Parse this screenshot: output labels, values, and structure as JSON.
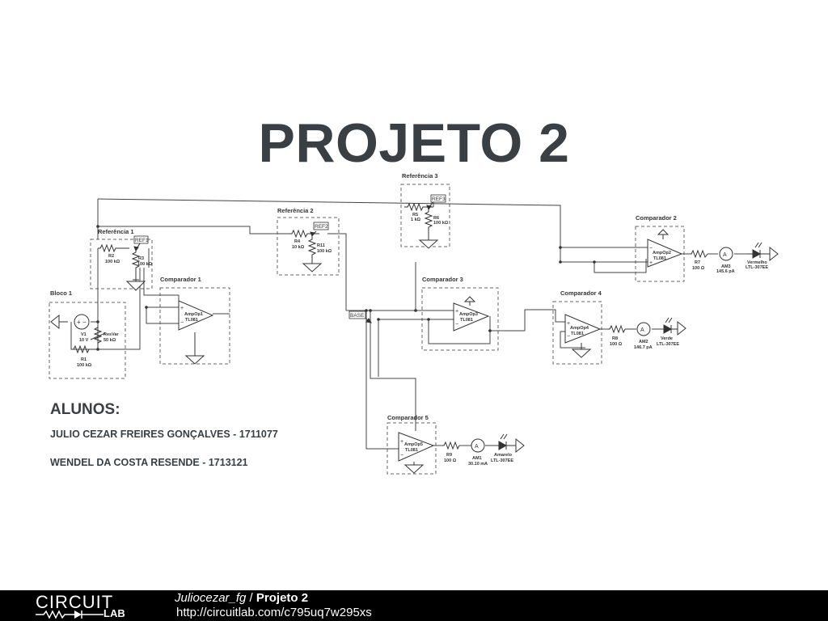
{
  "title": "PROJETO 2",
  "blocks": {
    "bloco1": "Bloco 1",
    "ref1": "Referência 1",
    "ref2": "Referência 2",
    "ref3": "Referência 3",
    "comp1": "Comparador 1",
    "comp2": "Comparador 2",
    "comp3": "Comparador 3",
    "comp4": "Comparador 4",
    "comp5": "Comparador 5"
  },
  "nets": {
    "ref1": "REF1",
    "ref2": "REF2",
    "ref3": "REF3",
    "base": "BASE"
  },
  "components": {
    "v1": {
      "name": "V1",
      "value": "10 V"
    },
    "r1": {
      "name": "R1",
      "value": "100 kΩ"
    },
    "resvar": {
      "name": "ResVar",
      "value": "50 kΩ"
    },
    "r2": {
      "name": "R2",
      "value": "100 kΩ"
    },
    "r3": {
      "name": "R3",
      "value": "100 kΩ"
    },
    "r4": {
      "name": "R4",
      "value": "10 kΩ"
    },
    "r11": {
      "name": "R11",
      "value": "100 kΩ"
    },
    "r5": {
      "name": "R5",
      "value": "1 kΩ"
    },
    "r6": {
      "name": "R6",
      "value": "100 kΩ"
    },
    "ampop1": {
      "name": "AmpOp1",
      "type": "TL081"
    },
    "ampop2": {
      "name": "AmpOp2",
      "type": "TL081"
    },
    "ampop3": {
      "name": "AmpOp3",
      "type": "TL081"
    },
    "ampop4": {
      "name": "AmpOp4",
      "type": "TL081"
    },
    "ampop5": {
      "name": "AmpOp5",
      "type": "TL081"
    },
    "r7": {
      "name": "R7",
      "value": "100 Ω"
    },
    "r8": {
      "name": "R8",
      "value": "100 Ω"
    },
    "r9": {
      "name": "R9",
      "value": "100 Ω"
    },
    "am1": {
      "name": "AM1",
      "value": "30.10 mA"
    },
    "am2": {
      "name": "AM2",
      "value": "146.7 pA"
    },
    "am3": {
      "name": "AM3",
      "value": "145.6 pA"
    },
    "led_red": {
      "name": "Vermelho",
      "part": "LTL-307EE"
    },
    "led_green": {
      "name": "Verde",
      "part": "LTL-307EE"
    },
    "led_yellow": {
      "name": "Amarelo",
      "part": "LTL-307EE"
    }
  },
  "alunos": {
    "heading": "ALUNOS:",
    "student1": "JULIO CEZAR FREIRES GONÇALVES - 1711077",
    "student2": "WENDEL DA COSTA RESENDE - 1713121"
  },
  "footer": {
    "logo_top": "CIRCUIT",
    "logo_bottom": "LAB",
    "user": "Juliocezar_fg",
    "separator": " / ",
    "project": "Projeto 2",
    "url": "http://circuitlab.com/c795uq7w295xs"
  }
}
